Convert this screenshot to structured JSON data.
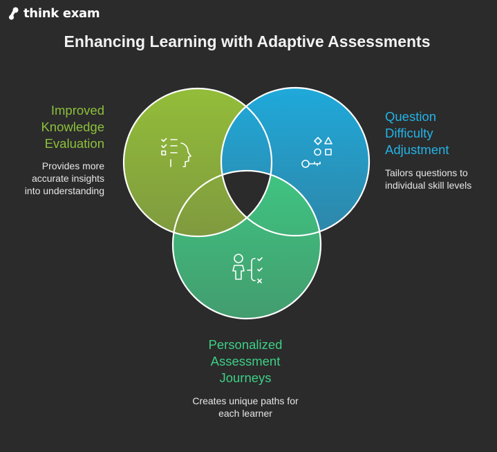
{
  "brand": {
    "name": "think exam",
    "icon": "think-exam-logo-icon"
  },
  "title": "Enhancing Learning with Adaptive Assessments",
  "colors": {
    "background": "#2b2b2b",
    "green": "#8fb83a",
    "blue": "#21a6d5",
    "teal": "#3dbf7e",
    "outline": "#ffffff"
  },
  "sections": [
    {
      "id": "knowledge-evaluation",
      "title_lines": [
        "Improved",
        "Knowledge",
        "Evaluation"
      ],
      "description_lines": [
        "Provides more",
        "accurate insights",
        "into understanding"
      ],
      "icon": "checklist-head-icon",
      "color": "#8cc03c"
    },
    {
      "id": "difficulty-adjustment",
      "title_lines": [
        "Question",
        "Difficulty",
        "Adjustment"
      ],
      "description_lines": [
        "Tailors questions to",
        "individual skill levels"
      ],
      "icon": "shapes-key-icon",
      "color": "#24b3e6"
    },
    {
      "id": "personalized-journeys",
      "title_lines": [
        "Personalized",
        "Assessment",
        "Journeys"
      ],
      "description_lines": [
        "Creates unique paths for",
        "each learner"
      ],
      "icon": "person-branching-choices-icon",
      "color": "#3ecf86"
    }
  ]
}
